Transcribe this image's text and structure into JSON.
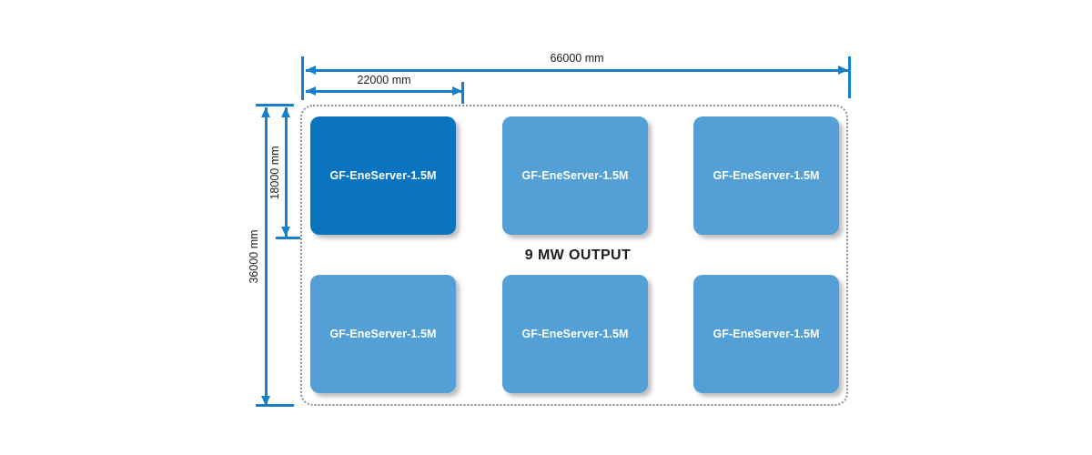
{
  "diagram": {
    "output_label": "9 MW OUTPUT",
    "dimensions": {
      "total_width_label": "66000 mm",
      "module_width_label": "22000 mm",
      "total_height_label": "36000 mm",
      "module_height_label": "18000 mm"
    },
    "grid": {
      "rows": 2,
      "cols": 3,
      "unit_count": 6
    },
    "units": [
      {
        "label": "GF-EneServer-1.5M",
        "variant": "dark"
      },
      {
        "label": "GF-EneServer-1.5M",
        "variant": "light"
      },
      {
        "label": "GF-EneServer-1.5M",
        "variant": "light"
      },
      {
        "label": "GF-EneServer-1.5M",
        "variant": "light"
      },
      {
        "label": "GF-EneServer-1.5M",
        "variant": "light"
      },
      {
        "label": "GF-EneServer-1.5M",
        "variant": "light"
      }
    ],
    "colors": {
      "unit_dark": "#0b74c1",
      "unit_light": "#52a0d5",
      "dimension_line": "#1780cd",
      "enclosure_border": "#909090",
      "text": "#1d1d1d",
      "unit_text": "#ffffff",
      "background": "#ffffff"
    }
  }
}
